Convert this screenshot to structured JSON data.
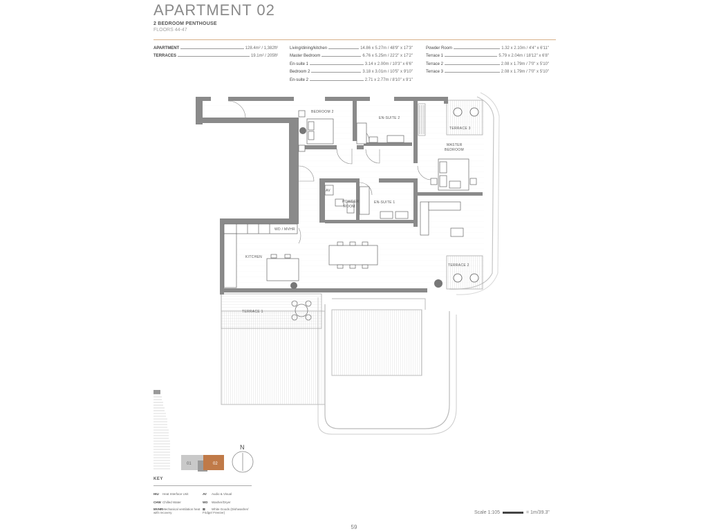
{
  "header": {
    "title": "APARTMENT 02",
    "subtitle": "2 BEDROOM PENTHOUSE",
    "floors": "FLOORS 44-47"
  },
  "areas_totals": [
    {
      "label": "APARTMENT",
      "value": "128.4m² / 1,382ft²"
    },
    {
      "label": "TERRACES",
      "value": "19.1m² / 205ft²"
    }
  ],
  "rooms_col2": [
    {
      "label": "Living/dining/kitchen",
      "value": "14.86 x 5.27m / 48'9\" x 17'3\""
    },
    {
      "label": "Master Bedroom",
      "value": "6.76 x 5.25m / 22'2\" x 17'2\""
    },
    {
      "label": "En-suite 1",
      "value": "3.14 x 2.00m / 10'3\" x 6'6\""
    },
    {
      "label": "Bedroom 2",
      "value": "3.18 x 3.01m / 10'5\" x 9'10\""
    },
    {
      "label": "En-suite 2",
      "value": "2.71 x 2.77m / 8'10\" x 9'1\""
    }
  ],
  "rooms_col3": [
    {
      "label": "Powder Room",
      "value": "1.32 x 2.10m / 4'4\" x 6'11\""
    },
    {
      "label": "Terrace 1",
      "value": "5.79 x 2.04m / 18'12\" x 6'8\""
    },
    {
      "label": "Terrace 2",
      "value": "2.08 x 1.79m / 7'0\" x 5'10\""
    },
    {
      "label": "Terrace 3",
      "value": "2.08 x 1.79m / 7'0\" x 5'10\""
    }
  ],
  "plan_labels": {
    "bedroom2": "BEDROOM 2",
    "ensuite2": "EN-SUITE 2",
    "terrace3": "TERRACE 3",
    "master1": "MASTER",
    "master2": "BEDROOM",
    "av": "AV",
    "powder1": "POWDER",
    "powder2": "ROOM",
    "ensuite1": "EN-SUITE 1",
    "wd": "WD / MVHR",
    "kitchen": "KITCHEN",
    "terrace2": "TERRACE 2",
    "terrace1": "TERRACE 1"
  },
  "north": "N",
  "locator": {
    "unit1": "01",
    "unit2": "02",
    "highlight_color": "#c07a48"
  },
  "key": {
    "title": "KEY",
    "items": [
      {
        "code": "HIU",
        "text": "Heat Interface Unit"
      },
      {
        "code": "CHW",
        "text": "Chilled Water"
      },
      {
        "code": "MVHR",
        "text": "Mechanical ventilation heat with recovery"
      },
      {
        "code": "AV",
        "text": "Audio & Visual"
      },
      {
        "code": "WD",
        "text": "Washer/Dryer"
      },
      {
        "code": "",
        "text": "White Goods (Dishwasher/ Fridge/ Freezer)"
      }
    ]
  },
  "scale": {
    "left": "Scale 1:105",
    "right": "= 1m/39.3\""
  },
  "page_number": "59"
}
